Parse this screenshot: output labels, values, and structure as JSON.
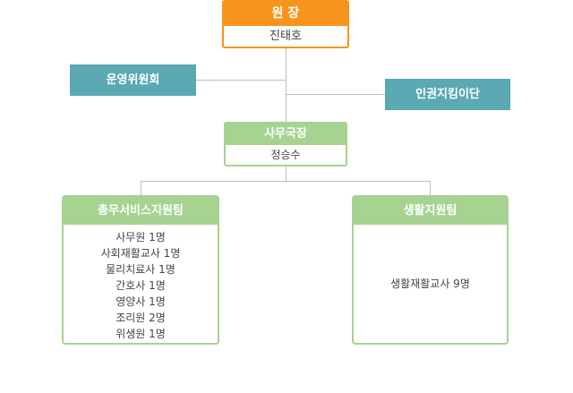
{
  "director": {
    "title": "원 장",
    "name": "진태호"
  },
  "steering_committee": {
    "label": "운영위원회"
  },
  "human_rights": {
    "label": "인권지킴이단"
  },
  "secretary": {
    "title": "사무국장",
    "name": "정승수"
  },
  "general_team": {
    "title": "총무서비스지원팀",
    "members": [
      "사무원 1명",
      "사회재활교사 1명",
      "물리치료사 1명",
      "간호사 1명",
      "영양사 1명",
      "조리원 2명",
      "위생원 1명"
    ]
  },
  "living_team": {
    "title": "생활지원팀",
    "members": [
      "생활재활교사 9명"
    ]
  },
  "colors": {
    "orange": "#f7941d",
    "teal": "#5aa9b3",
    "green": "#a6d391",
    "line": "#bdbdbd"
  }
}
